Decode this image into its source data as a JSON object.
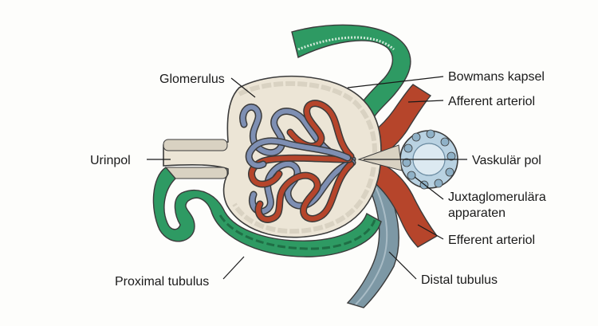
{
  "labels": {
    "glomerulus": "Glomerulus",
    "bowman": "Bowmans kapsel",
    "afferent": "Afferent arteriol",
    "urinpol": "Urinpol",
    "vaskular": "Vaskulär pol",
    "juxta_line1": "Juxtaglomerulära",
    "juxta_line2": "apparaten",
    "efferent": "Efferent arteriol",
    "proximal": "Proximal tubulus",
    "distal": "Distal tubulus"
  },
  "colors": {
    "tubule_green": "#2e9a63",
    "tubule_dark": "#1f6e45",
    "capsule_fill": "#ece5d6",
    "capsule_cells": "#d9d2c2",
    "artery_red": "#b6452b",
    "capillary_blue": "#7e8fb3",
    "distal_blue": "#7d98a5",
    "jga_blue": "#b9d2e2",
    "outline": "#3b3b3b"
  }
}
